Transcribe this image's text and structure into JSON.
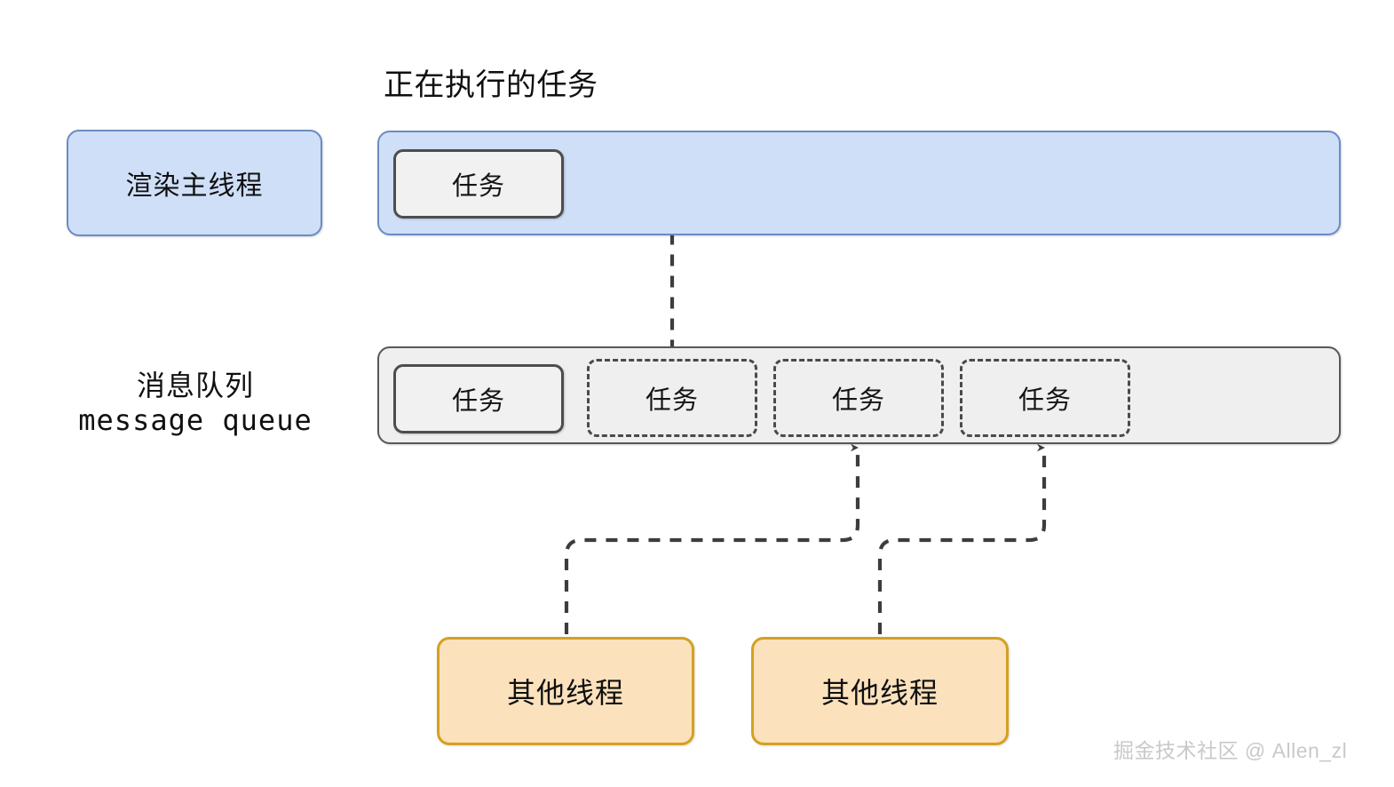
{
  "diagram": {
    "title_label": "正在执行的任务",
    "watermark": "掘金技术社区 @ Allen_zl",
    "colors": {
      "main_thread_fill": "#cfdff7",
      "main_thread_stroke": "#6b8bc4",
      "queue_fill": "#efefef",
      "queue_stroke": "#585858",
      "task_fill": "#f1f1f1",
      "task_stroke": "#4d4d4d",
      "thread_fill": "#fbe2bd",
      "thread_stroke": "#d5a021",
      "connector_stroke": "#3d3d3d",
      "watermark_color": "#c9c9c9",
      "text_color": "#101010"
    }
  },
  "main_thread": {
    "label": "渲染主线程",
    "running_task": {
      "label": "任务",
      "style": "solid"
    }
  },
  "message_queue": {
    "label_cn": "消息队列",
    "label_en": "message queue",
    "tasks": [
      {
        "label": "任务",
        "style": "solid"
      },
      {
        "label": "任务",
        "style": "dashed"
      },
      {
        "label": "任务",
        "style": "dashed"
      },
      {
        "label": "任务",
        "style": "dashed"
      }
    ]
  },
  "other_threads": [
    {
      "label": "其他线程"
    },
    {
      "label": "其他线程"
    }
  ],
  "connectors": [
    {
      "name": "running-task-to-queue-slot-2",
      "from": "main_thread.running_task",
      "to": "message_queue.tasks.1",
      "style": "dashed",
      "arrow": "down"
    },
    {
      "name": "other-thread-1-to-queue-slot-3",
      "from": "other_threads.0",
      "to": "message_queue.tasks.2",
      "style": "dashed",
      "arrow": "up"
    },
    {
      "name": "other-thread-2-to-queue-slot-4",
      "from": "other_threads.1",
      "to": "message_queue.tasks.3",
      "style": "dashed",
      "arrow": "up"
    }
  ]
}
